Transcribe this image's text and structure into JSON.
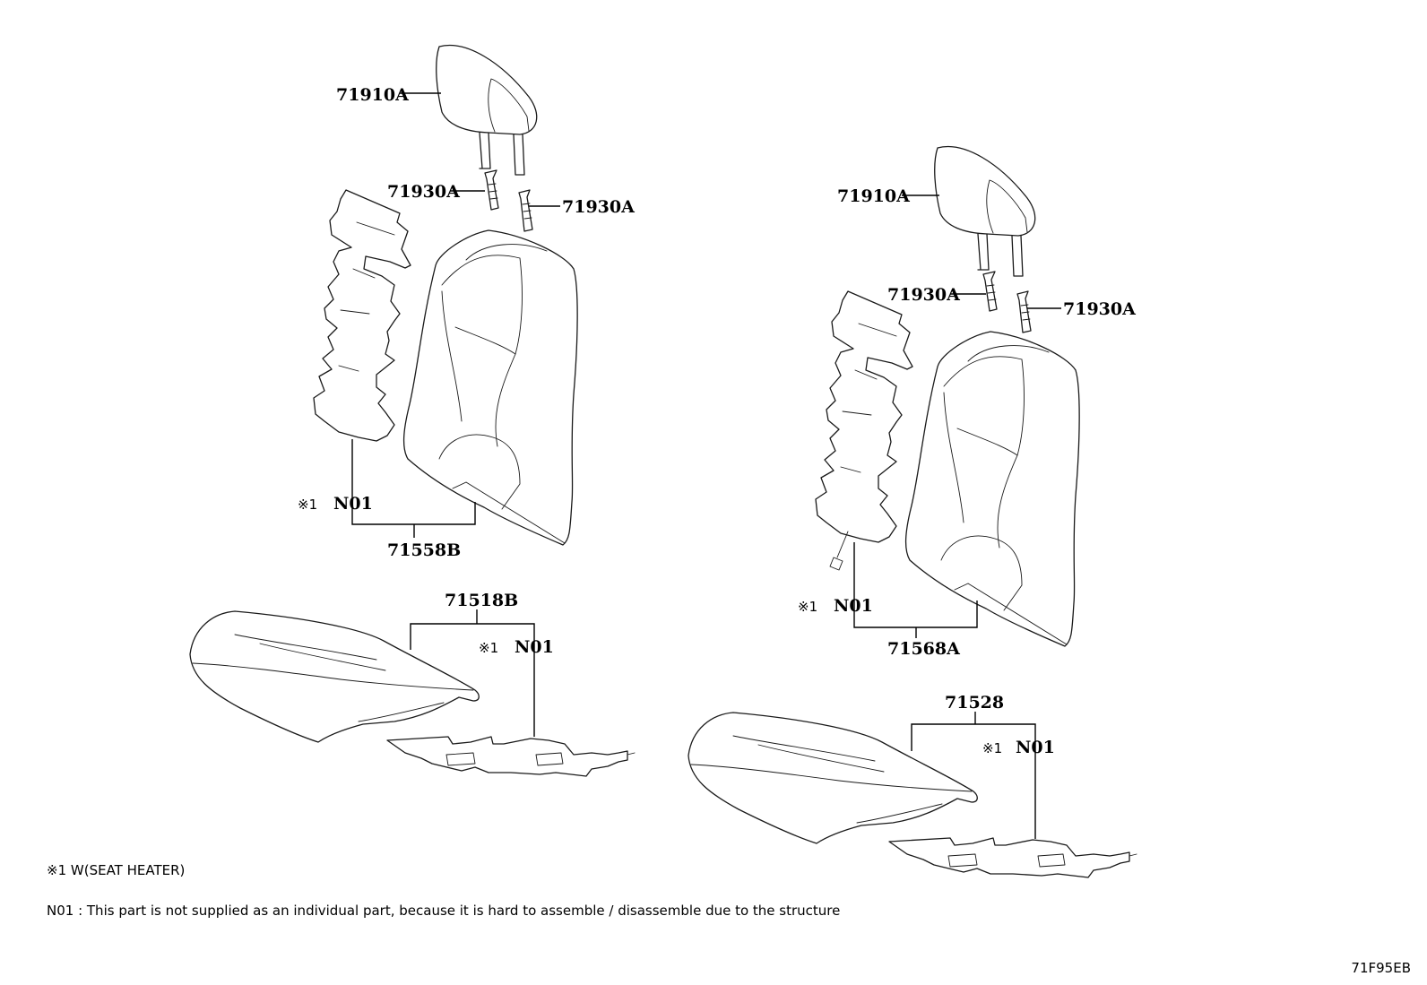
{
  "labels": {
    "headrest_left": "71910A",
    "headrest_right": "71910A",
    "guide_left_1": "71930A",
    "guide_left_2": "71930A",
    "guide_right_1": "71930A",
    "guide_right_2": "71930A",
    "back_cover_left": "71558B",
    "back_cover_right": "71568A",
    "cushion_cover_left": "71518B",
    "cushion_cover_right": "71528",
    "note_code": "N01",
    "ref_mark": "※1"
  },
  "notes": {
    "ref_note": "※1 W(SEAT HEATER)",
    "n01_note": "N01 : This part is not supplied as an individual part, because it is hard to assemble / disassemble due to the structure"
  },
  "figure_code": "71F95EB"
}
